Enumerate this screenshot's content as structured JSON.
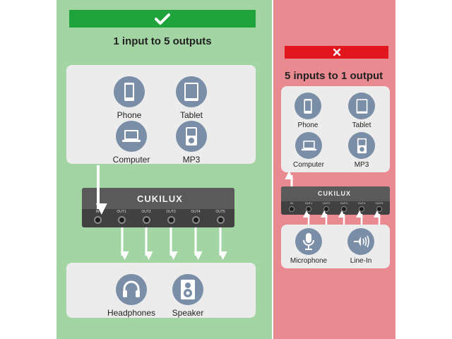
{
  "left": {
    "banner_icon": "checkmark-icon",
    "heading": "1 input to 5 outputs",
    "sources": [
      {
        "label": "Phone",
        "icon": "phone-icon"
      },
      {
        "label": "Tablet",
        "icon": "tablet-icon"
      },
      {
        "label": "Computer",
        "icon": "laptop-icon"
      },
      {
        "label": "MP3",
        "icon": "mp3-player-icon"
      }
    ],
    "outputs": [
      {
        "label": "Headphones",
        "icon": "headphones-icon"
      },
      {
        "label": "Speaker",
        "icon": "speaker-icon"
      }
    ],
    "device": {
      "brand": "CUKILUX",
      "ports": [
        "IN",
        "OUT1",
        "OUT2",
        "OUT3",
        "OUT4",
        "OUT5"
      ]
    }
  },
  "right": {
    "banner_icon": "cross-icon",
    "heading": "5 inputs to 1 output",
    "sources": [
      {
        "label": "Phone",
        "icon": "phone-icon"
      },
      {
        "label": "Tablet",
        "icon": "tablet-icon"
      },
      {
        "label": "Computer",
        "icon": "laptop-icon"
      },
      {
        "label": "MP3",
        "icon": "mp3-player-icon"
      }
    ],
    "inputs": [
      {
        "label": "Microphone",
        "icon": "microphone-icon"
      },
      {
        "label": "Line-In",
        "icon": "line-in-icon"
      }
    ],
    "device": {
      "brand": "CUKILUX",
      "ports": [
        "IN",
        "OUT1",
        "OUT2",
        "OUT3",
        "OUT4",
        "OUT5"
      ]
    }
  },
  "colors": {
    "green_panel": "#a3d5a4",
    "red_panel": "#e98990",
    "green_banner": "#1ea33d",
    "red_banner": "#e2161e",
    "icon_circle": "#7a8ea7",
    "card": "#ececec",
    "arrow": "#ffffff"
  }
}
